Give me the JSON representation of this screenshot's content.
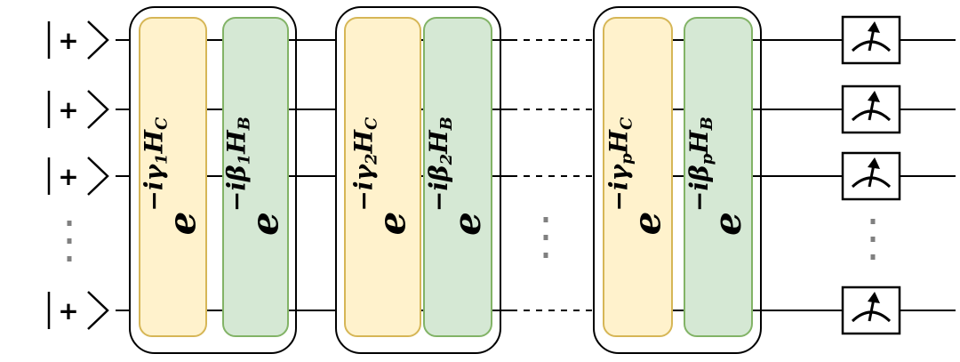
{
  "input_state": "+",
  "layers": [
    {
      "cost": {
        "base": "e",
        "exp_pre": "−iγ",
        "exp_sub": "1",
        "exp_op": "H",
        "exp_op_sub": "C"
      },
      "mixer": {
        "base": "e",
        "exp_pre": "−iβ",
        "exp_sub": "1",
        "exp_op": "H",
        "exp_op_sub": "B"
      }
    },
    {
      "cost": {
        "base": "e",
        "exp_pre": "−iγ",
        "exp_sub": "2",
        "exp_op": "H",
        "exp_op_sub": "C"
      },
      "mixer": {
        "base": "e",
        "exp_pre": "−iβ",
        "exp_sub": "2",
        "exp_op": "H",
        "exp_op_sub": "B"
      }
    },
    {
      "cost": {
        "base": "e",
        "exp_pre": "−iγ",
        "exp_sub": "p",
        "exp_op": "H",
        "exp_op_sub": "C"
      },
      "mixer": {
        "base": "e",
        "exp_pre": "−iβ",
        "exp_sub": "p",
        "exp_op": "H",
        "exp_op_sub": "B"
      }
    }
  ],
  "colors": {
    "cost_fill": "#fff2cc",
    "cost_stroke": "#d6b656",
    "mixer_fill": "#d5e8d4",
    "mixer_stroke": "#82b366",
    "dots": "#808080",
    "line": "#000000"
  },
  "icons": {
    "measurement": "measurement-meter-icon"
  }
}
